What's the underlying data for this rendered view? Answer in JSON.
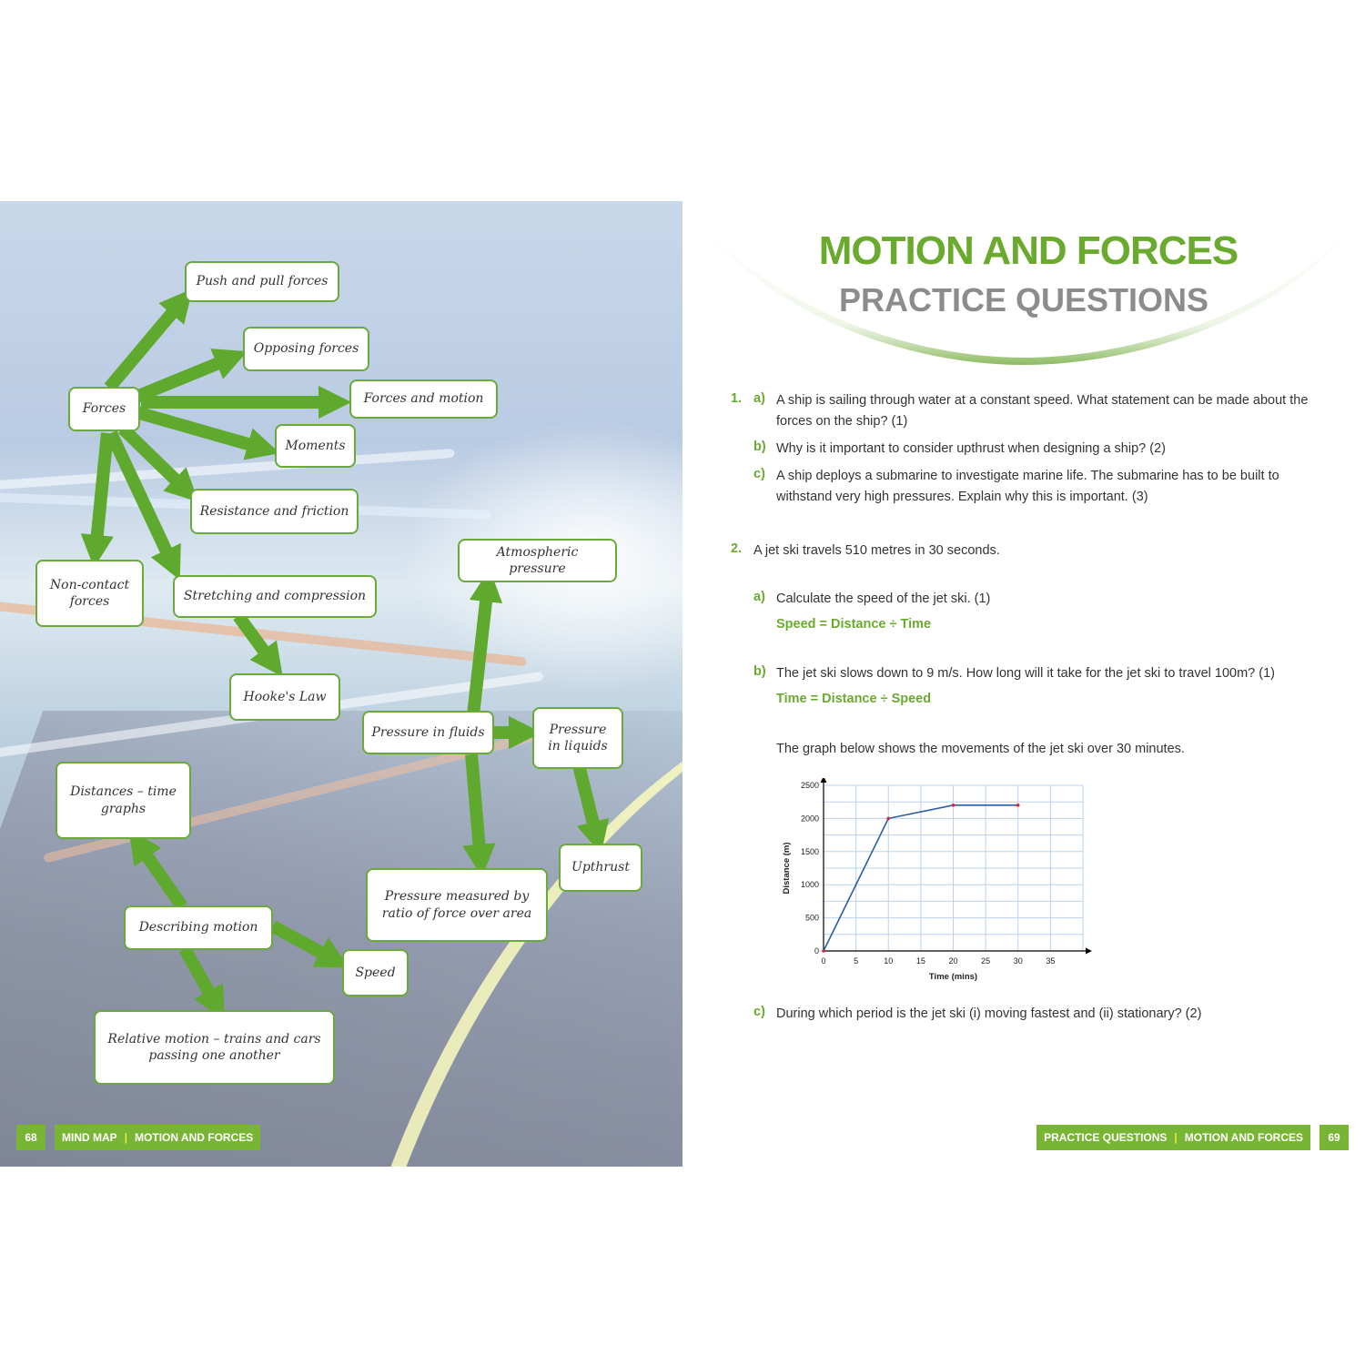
{
  "mind_map": {
    "nodes": {
      "push_pull": "Push and pull forces",
      "opposing": "Opposing forces",
      "forces": "Forces",
      "forces_motion": "Forces and motion",
      "moments": "Moments",
      "resistance": "Resistance and friction",
      "non_contact": "Non-contact forces",
      "stretching": "Stretching and compression",
      "atmospheric": "Atmospheric pressure",
      "hookes": "Hooke's Law",
      "pressure_fluids": "Pressure in fluids",
      "pressure_liquids": "Pressure in liquids",
      "dist_time": "Distances – time graphs",
      "upthrust": "Upthrust",
      "pressure_measured": "Pressure measured by ratio of force over area",
      "describing": "Describing motion",
      "speed": "Speed",
      "relative": "Relative motion – trains and cars passing one another"
    }
  },
  "footer_left": {
    "page": "68",
    "section": "MIND MAP",
    "topic": "MOTION AND FORCES"
  },
  "footer_right": {
    "page": "69",
    "section": "PRACTICE QUESTIONS",
    "topic": "MOTION AND FORCES"
  },
  "header": {
    "title": "MOTION AND FORCES",
    "subtitle": "PRACTICE QUESTIONS"
  },
  "questions": {
    "q1": {
      "number": "1.",
      "a_label": "a)",
      "a_text": "A ship is sailing through water at a constant speed. What statement can be made about the forces on the ship? (1)",
      "b_label": "b)",
      "b_text": "Why is it important to consider upthrust when designing a ship? (2)",
      "c_label": "c)",
      "c_text": "A ship deploys a submarine to investigate marine life. The submarine has to be built to withstand very high pressures. Explain why this is important. (3)"
    },
    "q2": {
      "number": "2.",
      "intro": "A jet ski travels 510 metres in 30 seconds.",
      "a_label": "a)",
      "a_text": "Calculate the speed of the jet ski. (1)",
      "a_formula": "Speed = Distance ÷ Time",
      "b_label": "b)",
      "b_text": "The jet ski slows down to 9 m/s. How long will it take for the jet ski to travel 100m? (1)",
      "b_formula": "Time = Distance ÷ Speed",
      "graph_intro": "The graph below shows the movements of the jet ski over 30 minutes.",
      "c_label": "c)",
      "c_text": "During which period is the jet ski (i) moving fastest and (ii) stationary? (2)"
    }
  },
  "chart_data": {
    "type": "line",
    "xlabel": "Time (mins)",
    "ylabel": "Distance (m)",
    "xlim": [
      0,
      40
    ],
    "ylim": [
      0,
      2500
    ],
    "x_ticks": [
      "0",
      "5",
      "10",
      "15",
      "20",
      "25",
      "30",
      "35"
    ],
    "y_ticks": [
      "0",
      "500",
      "1000",
      "1500",
      "2000",
      "2500"
    ],
    "grid": true,
    "line_color": "#2a5d9f",
    "point_color": "#d6243a",
    "series": [
      {
        "x": [
          0,
          10,
          20,
          30
        ],
        "values": [
          0,
          2000,
          2200,
          2200
        ]
      }
    ]
  },
  "colors": {
    "accent_green": "#6aaa2e",
    "arrow_green": "#5fa92e",
    "title_grey": "#8c8c8c"
  }
}
